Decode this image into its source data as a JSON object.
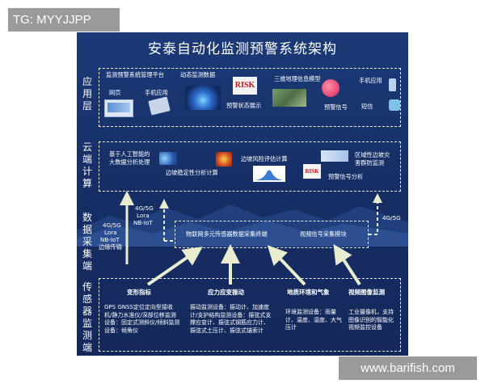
{
  "watermark_top": "TG: MYYJJPP",
  "watermark_bottom": "www.barifish.com",
  "title": "安泰自动化监测预警系统架构",
  "layers": {
    "app": "应用层",
    "cloud": "云端计算",
    "collect": "数据采集端",
    "sensor": "传感器监测端"
  },
  "app": {
    "platform": "监测预警系统管理平台",
    "web": "网页",
    "mobile1": "手机应用",
    "dynamic": "动态监测数据",
    "risk_display": "预警状态展示",
    "gis": "三维地理信息模型",
    "warning_signal": "预警信号",
    "mobile2": "手机应用",
    "sms": "短信",
    "risk_logo": "RISK"
  },
  "cloud": {
    "ai_line1": "基于人工智能的",
    "ai_line2": "大数据分析处理",
    "slope_stability": "边坡稳定性分析计算",
    "slope_risk": "边坡风险评估计算",
    "regional_line1": "区域性边坡灾",
    "regional_line2": "害群防监测",
    "warning_analysis": "预警信号分析",
    "risk_logo": "RISK"
  },
  "collect": {
    "left_line1": "4G/5G",
    "left_line2": "Lora",
    "left_line3": "NB-IoT",
    "left_line4": "边缘传输",
    "up_line1": "4G/5G",
    "up_line2": "Lora",
    "up_line3": "NB-IoT",
    "right": "4G/5G",
    "iot_terminal": "物联网多元传感器数据采集终端",
    "video_module": "视频信号采集模块"
  },
  "sensor": {
    "deform_head": "变形指标",
    "deform_body": "GPS GNSS定位定向型接收机/静力水准仪/深部位移监测设备：固定式测斜仪/倾斜监测设备：倾角仪",
    "stress_head": "应力应变振动",
    "stress_body": "振动监测设备：振动计、加速度计/支护结构监测设备：振弦式支撑应变计、振弦式钢筋应力计、振弦式土压计、振弦式锚索计",
    "hydro_head": "地质环境和气象",
    "hydro_body": "环境监测设备：雨量计、温度、湿度、大气压计",
    "video_head": "视频图像监测",
    "video_body": "工业摄像机，支持图像识别的智能化视频监控设备"
  },
  "colors": {
    "background": "#172f66",
    "arrow": "#e8edcf",
    "text": "#ffffff",
    "risk_red": "#c0141b"
  }
}
